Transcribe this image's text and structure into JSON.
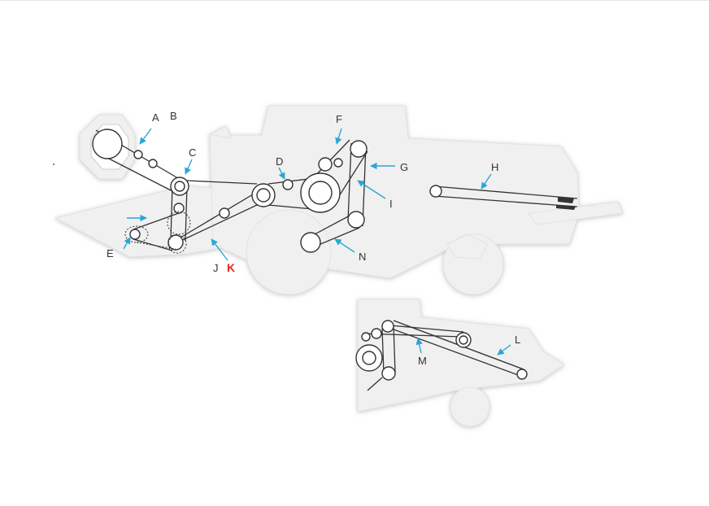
{
  "diagram": {
    "labels": {
      "A": "A",
      "B": "B",
      "C": "C",
      "D": "D",
      "E": "E",
      "F": "F",
      "G": "G",
      "H": "H",
      "I": "I",
      "J": "J",
      "K": "K",
      "L": "L",
      "M": "M",
      "N": "N"
    },
    "colors": {
      "silhouette": "#f0f0f0",
      "belt": "#333333",
      "arrow": "#2aa6d6",
      "highlight_label": "#e8281e"
    }
  }
}
